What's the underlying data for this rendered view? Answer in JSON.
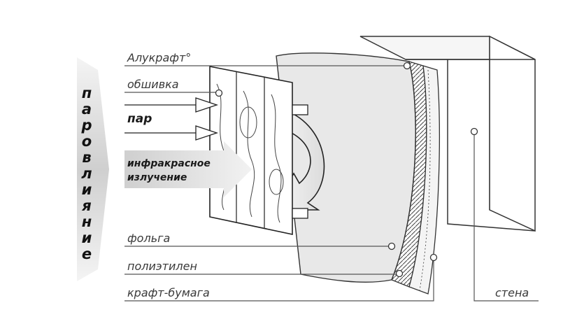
{
  "labels": {
    "alukraft": "Алукрафт°",
    "obshivka": "обшивка",
    "par": "пар",
    "infrared_line1": "инфракрасное",
    "infrared_line2": "излучение",
    "folga": "фольга",
    "polietilen": "полиэтилен",
    "kraft": "крафт-бумага",
    "stena": "стена"
  },
  "side_label": {
    "letters": [
      "п",
      "а",
      "р",
      "о",
      "в",
      "л",
      "и",
      "я",
      "н",
      "и",
      "е"
    ]
  },
  "colors": {
    "line": "#555555",
    "text": "#3a3a3a",
    "arrow_fill": "#d9d9d9",
    "panel_fill": "#e6e6e6"
  }
}
